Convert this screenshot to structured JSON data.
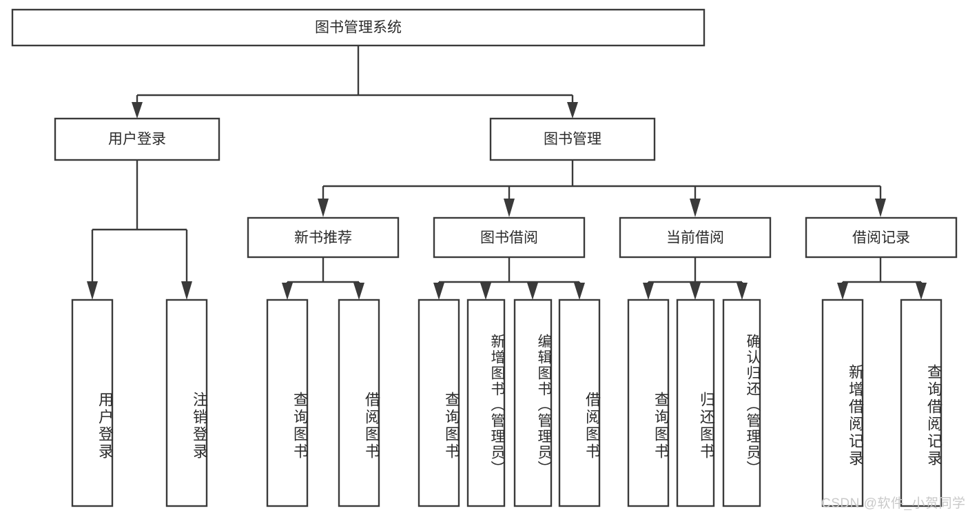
{
  "diagram": {
    "type": "tree-hierarchy",
    "title": "图书管理系统",
    "orientation": "top-down",
    "colors": {
      "box_stroke": "#3a3a3a",
      "box_fill": "#ffffff",
      "text": "#2b2b2b",
      "connector": "#3a3a3a",
      "watermark": "#c9c9c9",
      "background": "#ffffff"
    },
    "root": {
      "label": "图书管理系统"
    },
    "level2": [
      {
        "label": "用户登录"
      },
      {
        "label": "图书管理"
      }
    ],
    "level3": [
      {
        "label": "新书推荐"
      },
      {
        "label": "图书借阅"
      },
      {
        "label": "当前借阅"
      },
      {
        "label": "借阅记录"
      }
    ],
    "leaves": {
      "user_login": [
        {
          "label": "用户登录"
        },
        {
          "label": "注销登录"
        }
      ],
      "new_book_recommend": [
        {
          "label": "查询图书"
        },
        {
          "label": "借阅图书"
        }
      ],
      "book_borrow": [
        {
          "label": "查询图书"
        },
        {
          "label": "新增图书（管理员）"
        },
        {
          "label": "编辑图书（管理员）"
        },
        {
          "label": "借阅图书"
        }
      ],
      "current_borrow": [
        {
          "label": "查询图书"
        },
        {
          "label": "归还图书"
        },
        {
          "label": "确认归还（管理员）"
        }
      ],
      "borrow_records": [
        {
          "label": "新增借阅记录"
        },
        {
          "label": "查询借阅记录"
        }
      ]
    },
    "watermark": "CSDN @软件_小贺同学"
  }
}
